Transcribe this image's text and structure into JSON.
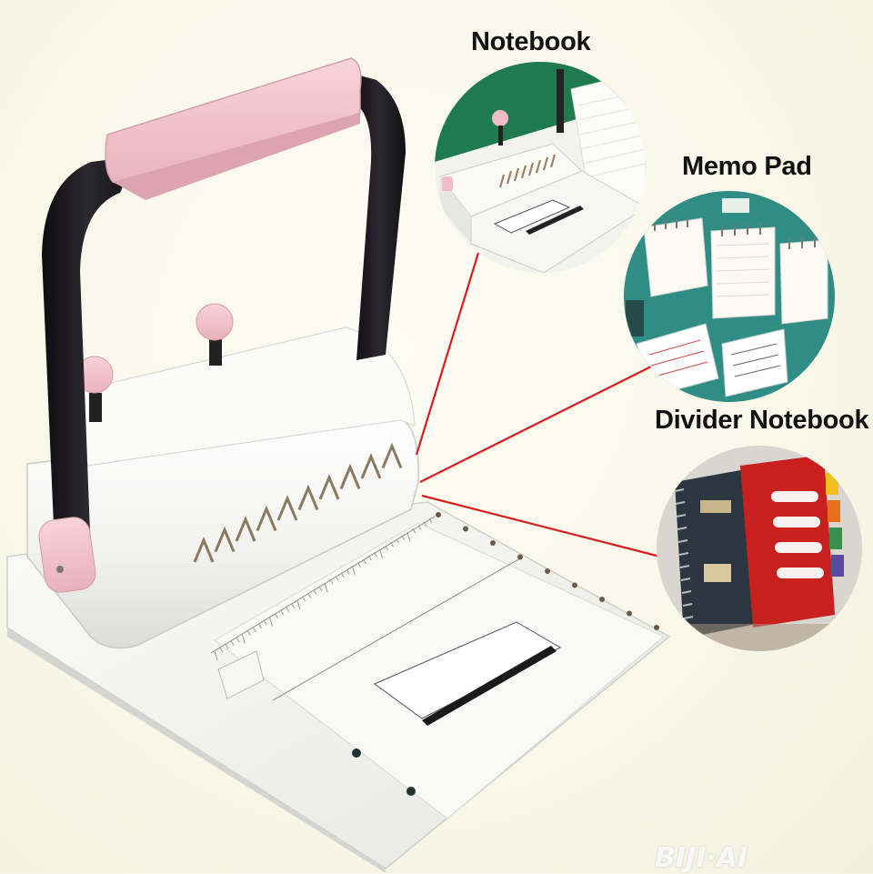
{
  "callouts": {
    "notebook": "Notebook",
    "memo_pad": "Memo Pad",
    "divider_notebook": "Divider Notebook"
  },
  "watermark": "BIJI·AI",
  "colors": {
    "handle_pink": "#f3c7cf",
    "arm_black": "#1c1a1e",
    "machine_white": "#f4f4f2",
    "pointer_line_red": "#d62020",
    "memo_bg_teal": "#2f8d86",
    "notebook_bg_green": "#1f7a4e",
    "divider_cover_red": "#c8201d"
  }
}
